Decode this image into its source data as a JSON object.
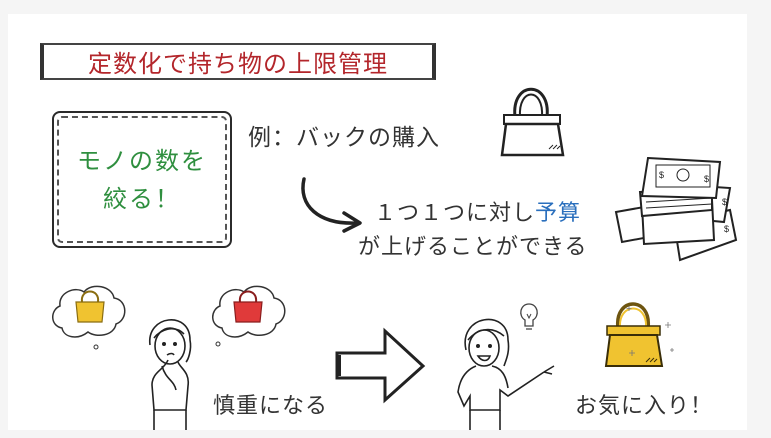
{
  "slide": {
    "title": "定数化で持ち物の上限管理",
    "callout": {
      "line1": "モノの数を",
      "line2": "絞る！"
    },
    "example": "例：バックの購入",
    "budget": {
      "line1_prefix": "１つ１つに対し",
      "line1_highlight": "予算",
      "line2": "が上げることができる"
    },
    "before_caption": "慎重になる",
    "after_caption": "お気に入り！",
    "icons": {
      "bag_outline": "handbag-outline-icon",
      "money": "money-stack-icon",
      "curved_arrow": "curved-arrow-icon",
      "big_arrow": "right-arrow-icon",
      "bag_yellow": "yellow-handbag-icon",
      "bag_red": "red-handbag-icon",
      "lightbulb": "lightbulb-icon"
    },
    "colors": {
      "title": "#b3262b",
      "callout": "#2f8f3f",
      "highlight": "#2a6fbd",
      "text": "#333333",
      "bag_yellow": "#f0c330",
      "bag_red": "#e03a3a"
    }
  }
}
